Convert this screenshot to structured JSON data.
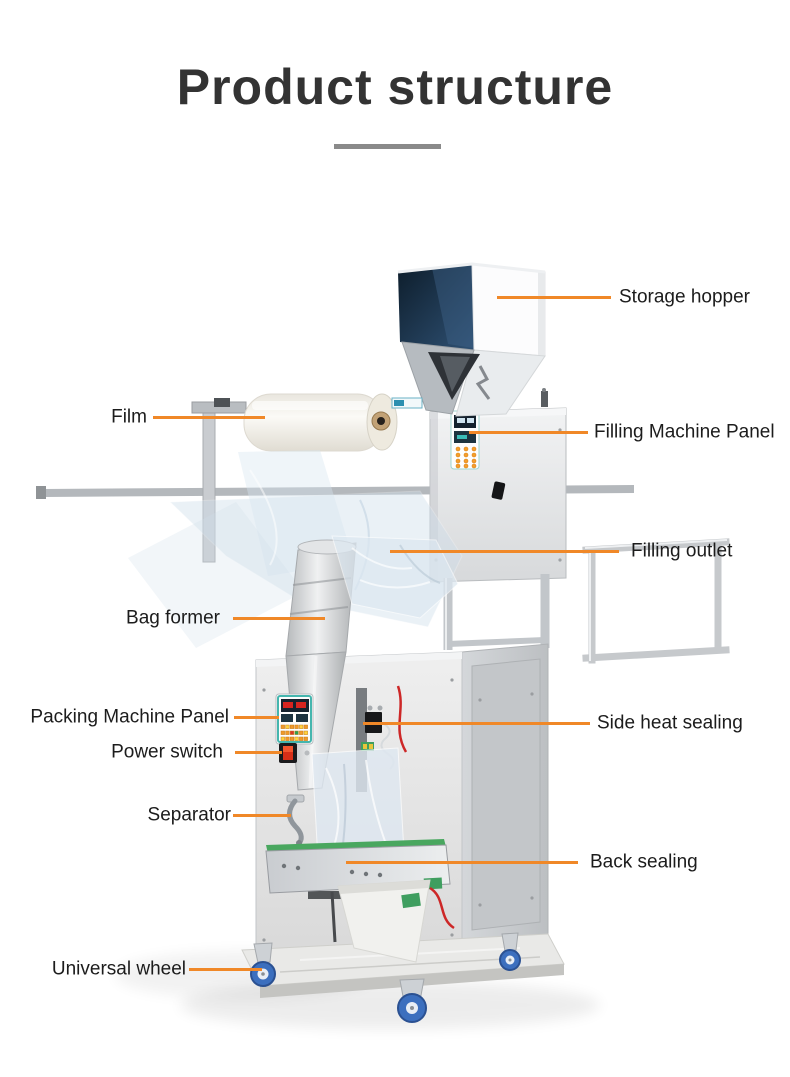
{
  "header": {
    "title": "Product structure"
  },
  "colors": {
    "accent_leader_line": "#F08828",
    "title_text": "#333333",
    "label_text": "#1C1C1C",
    "title_underline": "#8A8A8A",
    "wheel_blue": "#3C6FBE",
    "panel_teal": "#45B6AE"
  },
  "callouts": {
    "storage_hopper": "Storage hopper",
    "film": "Film",
    "filling_machine_panel": "Filling Machine Panel",
    "filling_outlet": "Filling outlet",
    "bag_former": "Bag former",
    "packing_machine_panel": "Packing Machine Panel",
    "power_switch": "Power switch",
    "side_heat_sealing": "Side heat sealing",
    "separator": "Separator",
    "back_sealing": "Back sealing",
    "universal_wheel": "Universal wheel"
  }
}
